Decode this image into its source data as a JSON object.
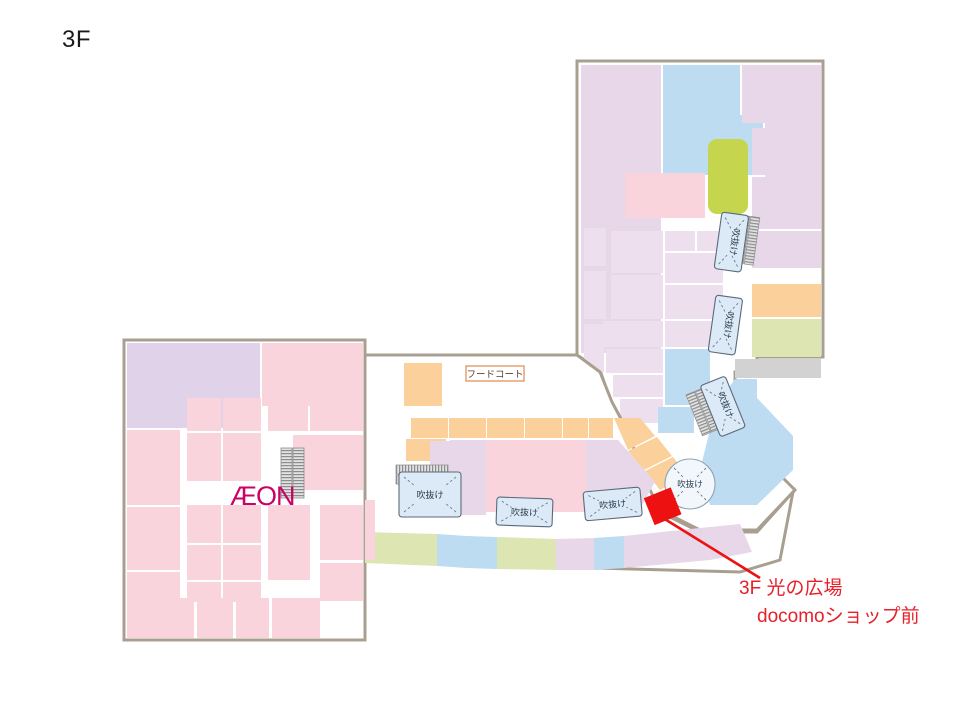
{
  "page": {
    "floor_label": "3F",
    "background": "#ffffff"
  },
  "annotation": {
    "line1": "3F 光の広場",
    "line2": "docomoショップ前",
    "color": "#e8202a",
    "marker_color": "#ee1111"
  },
  "labels": {
    "food_court": "フードコート",
    "food_court_color": "#e08a50",
    "void": "吹抜け",
    "aeon_logo": "ÆON",
    "aeon_color": "#cc0066"
  },
  "voids": [
    {
      "id": "void-upper-1",
      "label": "吹抜け",
      "orientation": "vertical"
    },
    {
      "id": "void-upper-2",
      "label": "吹抜け",
      "orientation": "vertical"
    },
    {
      "id": "void-upper-3",
      "label": "吹抜け",
      "orientation": "vertical"
    },
    {
      "id": "void-circle",
      "label": "吹抜け",
      "orientation": "circle"
    },
    {
      "id": "void-left",
      "label": "吹抜け",
      "orientation": "horizontal"
    },
    {
      "id": "void-mid",
      "label": "吹抜け",
      "orientation": "horizontal"
    },
    {
      "id": "void-right",
      "label": "吹抜け",
      "orientation": "horizontal"
    }
  ],
  "palette": {
    "lavender": "#e7d7e9",
    "lavender_light": "#eddfee",
    "pink": "#f9d4dc",
    "pink_light": "#fad9e0",
    "blue": "#bddcf1",
    "blue_light": "#c9e3f4",
    "green": "#dde6b3",
    "green_bright": "#c5d64e",
    "orange": "#fbd09a",
    "gray": "#d2d2d2",
    "outline": "#a89f90",
    "void_fill": "#dbeaf6",
    "void_stroke": "#5a6a7a",
    "escalator": "#9a9a9a"
  }
}
